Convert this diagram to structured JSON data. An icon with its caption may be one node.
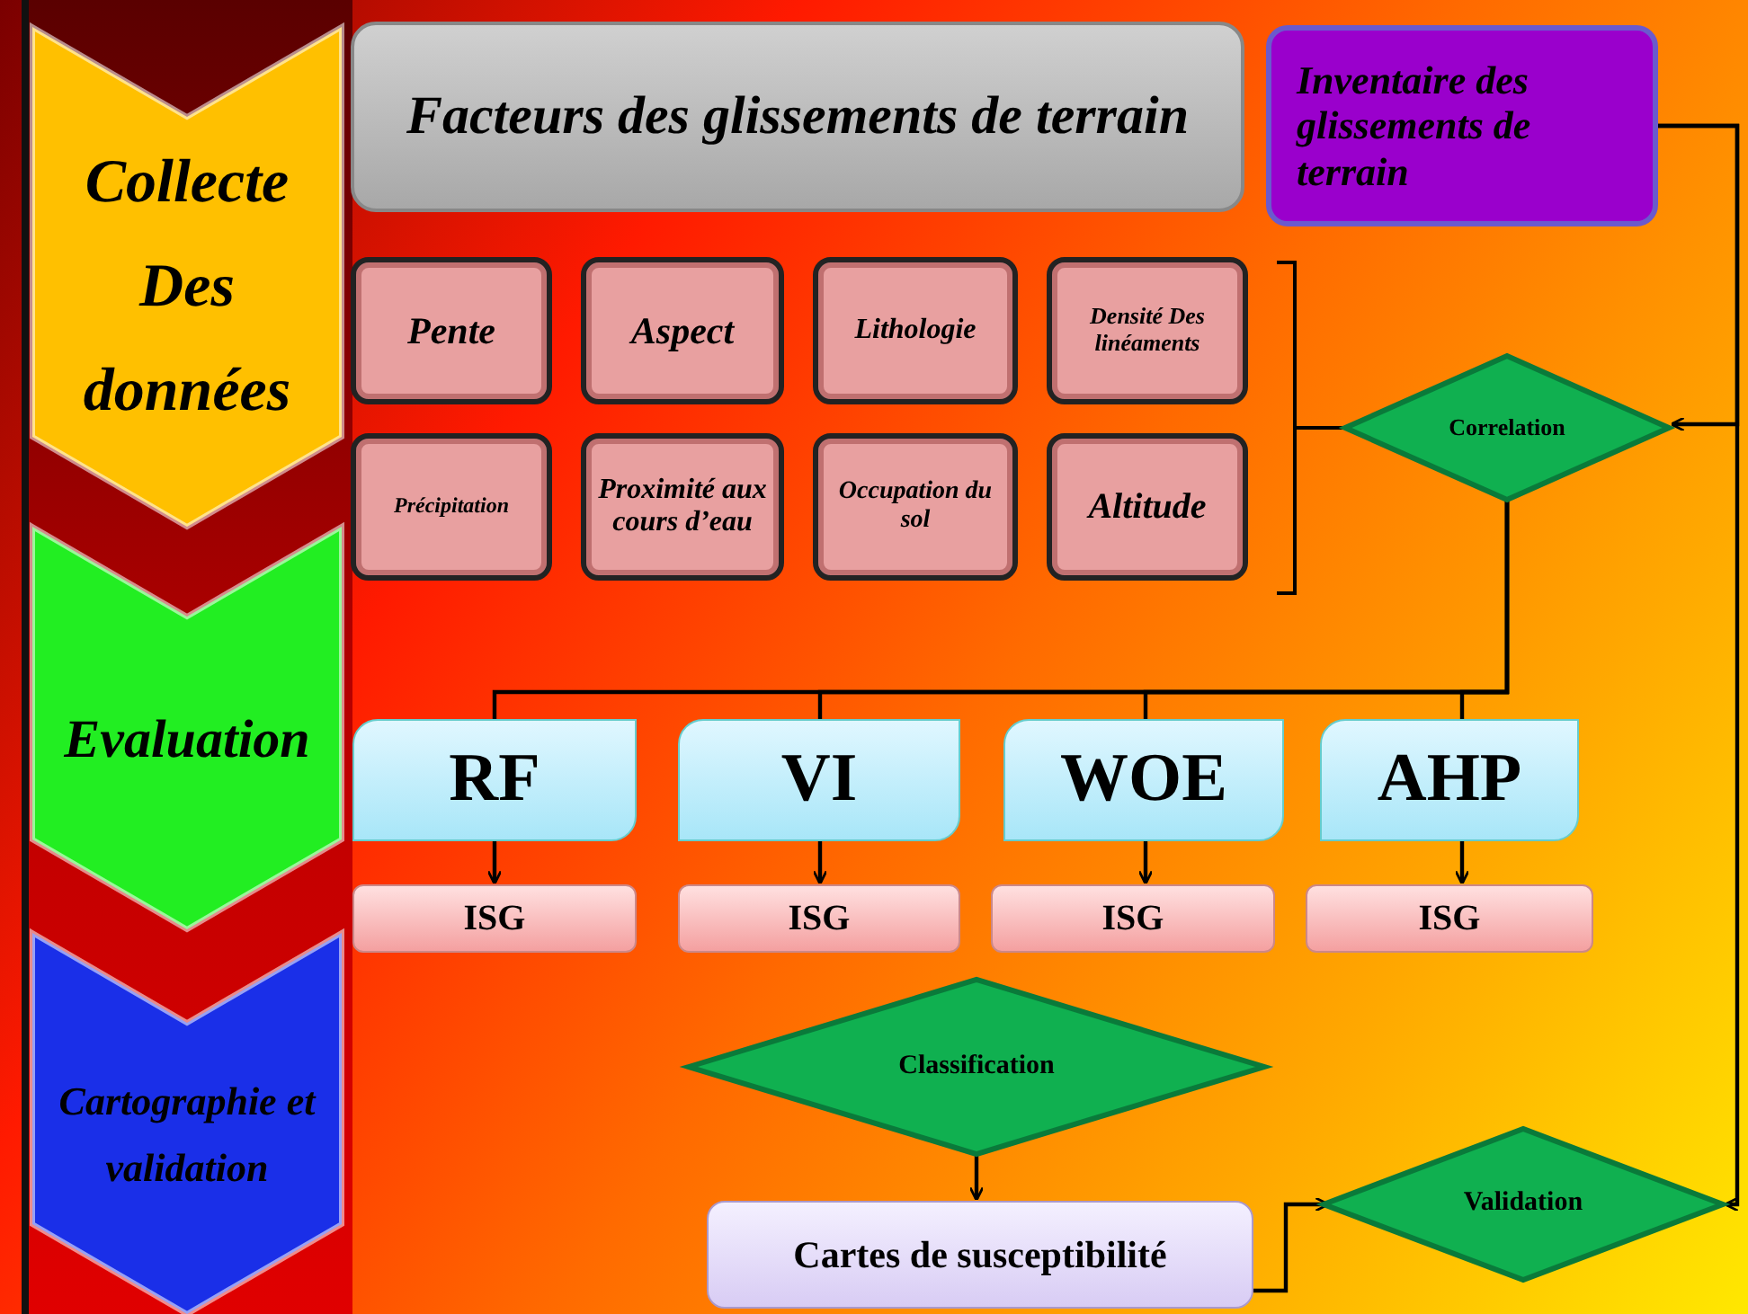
{
  "diagram": {
    "nodes": [
      {
        "text": [
          "Collecte Des données"
        ]
      },
      {
        "text": [
          "Evaluation"
        ]
      },
      {
        "text": [
          "Cartographie et validation"
        ]
      },
      {
        "text": [
          "Facteurs des glissements de terrain"
        ]
      },
      {
        "text": [
          "Inventaire des glissements de terrain"
        ]
      },
      {
        "text": [
          "Pente"
        ]
      },
      {
        "text": [
          "Aspect"
        ]
      },
      {
        "text": [
          "Lithologie"
        ]
      },
      {
        "text": [
          "Densité Des linéaments"
        ]
      },
      {
        "text": [
          "Précipitation"
        ]
      },
      {
        "text": [
          "Proximité aux cours d’eau"
        ]
      },
      {
        "text": [
          "Occupation du sol"
        ]
      },
      {
        "text": [
          "Altitude"
        ]
      },
      {
        "text": [
          "Correlation"
        ]
      },
      {
        "text": [
          "RF"
        ]
      },
      {
        "text": [
          "VI"
        ]
      },
      {
        "text": [
          "WOE"
        ]
      },
      {
        "text": [
          "AHP"
        ]
      },
      {
        "text": [
          "ISG"
        ]
      },
      {
        "text": [
          "ISG"
        ]
      },
      {
        "text": [
          "ISG"
        ]
      },
      {
        "text": [
          "ISG"
        ]
      },
      {
        "text": [
          "Classification"
        ]
      },
      {
        "text": [
          "Cartes de susceptibilité"
        ]
      },
      {
        "text": [
          "Validation"
        ]
      }
    ],
    "edges": [
      {
        "from": 4,
        "to": 13,
        "arrow": "to"
      },
      {
        "from": 4,
        "to": 24,
        "arrow": "to"
      },
      {
        "from": 13,
        "to": 14,
        "arrow": "none"
      },
      {
        "from": 13,
        "to": 15,
        "arrow": "none"
      },
      {
        "from": 13,
        "to": 16,
        "arrow": "none"
      },
      {
        "from": 13,
        "to": 17,
        "arrow": "none"
      },
      {
        "from": 14,
        "to": 18,
        "arrow": "to"
      },
      {
        "from": 15,
        "to": 19,
        "arrow": "to"
      },
      {
        "from": 16,
        "to": 20,
        "arrow": "to"
      },
      {
        "from": 17,
        "to": 21,
        "arrow": "to"
      },
      {
        "from": 22,
        "to": 23,
        "arrow": "to"
      },
      {
        "from": 23,
        "to": 24,
        "arrow": "to"
      }
    ]
  }
}
